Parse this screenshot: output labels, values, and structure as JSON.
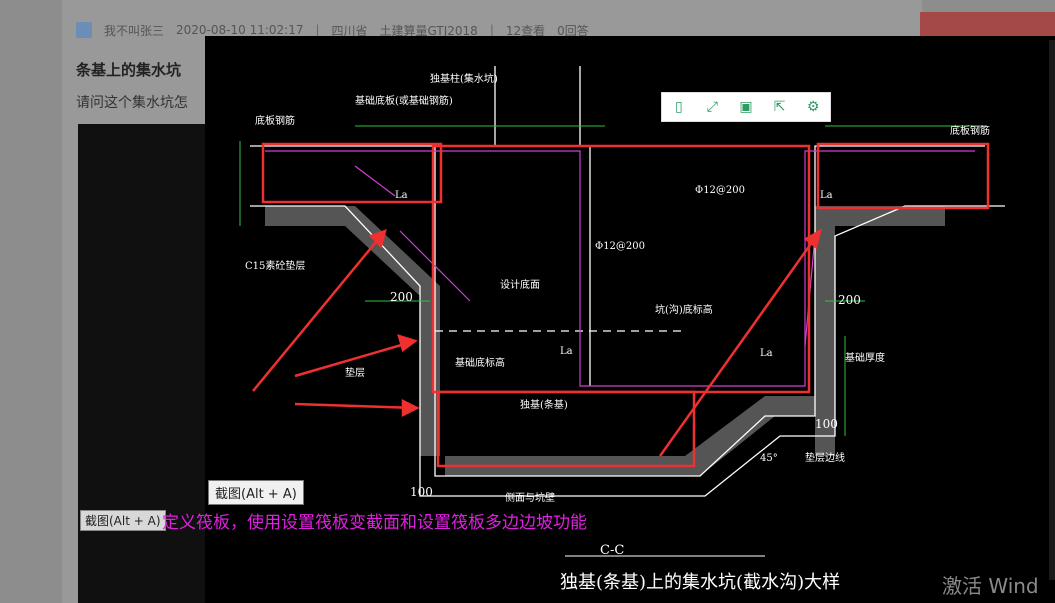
{
  "post": {
    "author": "我不叫张三",
    "datetime": "2020-08-10 11:02:17",
    "sep": "|",
    "region": "四川省",
    "software": "土建算量GTJ2018",
    "views": "12查看",
    "answers": "0回答",
    "title": "条基上的集水坑",
    "body": "请问这个集水坑怎"
  },
  "viewer": {
    "shortcut_tip": "截图(Alt + A)",
    "shortcut_tip_behind": "截图(Alt + A)",
    "annotation": "定义筏板，使用设置筏板变截面和设置筏板多边边坡功能",
    "toolbar": [
      {
        "icon": "phone-icon",
        "glyph": "▯"
      },
      {
        "icon": "expand-icon",
        "glyph": "⤢"
      },
      {
        "icon": "save-icon",
        "glyph": "▣"
      },
      {
        "icon": "share-icon",
        "glyph": "⇱"
      },
      {
        "icon": "settings-icon",
        "glyph": "⚙"
      }
    ],
    "drawing": {
      "section_mark": "C-C",
      "caption": "独基(条基)上的集水坑(截水沟)大样",
      "labels": {
        "column": "独基柱(集水坑)",
        "top_rebar_left": "基础底板(或基础钢筋)",
        "bottom_rebar": "底板钢筋",
        "rebar_12_200_a": "Φ12@200",
        "rebar_12_200_b": "Φ12@200",
        "la": "La",
        "dim_200": "200",
        "dim_100": "100",
        "cushion": "C15素砼垫层",
        "water_level": "设计底面",
        "pit_bottom": "坑(沟)底标高",
        "base_bottom": "基础底标高",
        "foundation": "独基(条基)",
        "base_thickness": "基础厚度",
        "grade_45": "45°",
        "layer": "垫层",
        "cushion_edge": "垫层边线",
        "slope_face": "侧面与坑壁"
      }
    }
  },
  "watermark": "激活 Wind"
}
